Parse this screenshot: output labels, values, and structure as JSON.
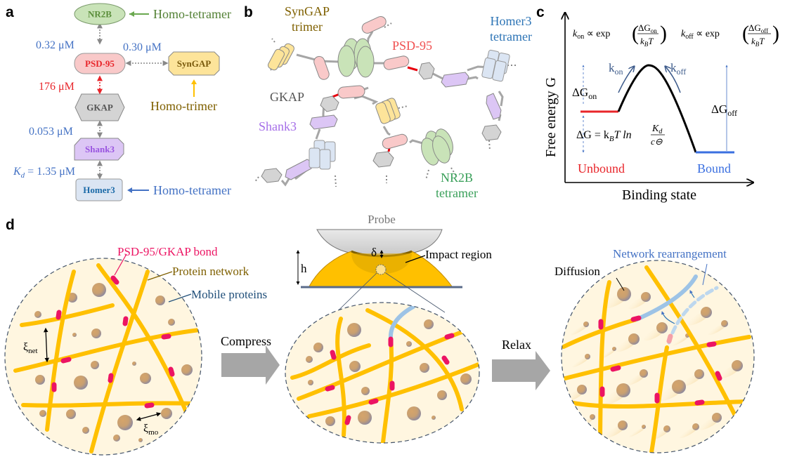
{
  "panels": {
    "a": "a",
    "b": "b",
    "c": "c",
    "d": "d"
  },
  "panel_a": {
    "nodes": {
      "nr2b": {
        "label": "NR2B",
        "color": "#c9e3b8",
        "text_color": "#5a8e3a"
      },
      "psd95": {
        "label": "PSD-95",
        "color": "#f9c9c9",
        "text_color": "#e8252a"
      },
      "syngap": {
        "label": "SynGAP",
        "color": "#fde49a",
        "text_color": "#7a5a0c"
      },
      "gkap": {
        "label": "GKAP",
        "color": "#d4d4d4",
        "text_color": "#555555"
      },
      "shank3": {
        "label": "Shank3",
        "color": "#dcc6f5",
        "text_color": "#9a55e0"
      },
      "homer3": {
        "label": "Homer3",
        "color": "#dbe5f3",
        "text_color": "#1b6aa8"
      }
    },
    "affinities": {
      "nr2b_psd95": "0.32 μM",
      "psd95_syngap": "0.30 μM",
      "psd95_gkap": "176 μM",
      "gkap_shank3": "0.053 μM",
      "shank3_homer3_prefix": "K",
      "shank3_homer3_sub": "d",
      "shank3_homer3_value": " = 1.35 μM"
    },
    "annotations": {
      "nr2b": "Homo-tetramer",
      "syngap": "Homo-trimer",
      "homer3": "Homo-tetramer"
    }
  },
  "panel_b": {
    "labels": {
      "syngap_1": "SynGAP",
      "syngap_2": "trimer",
      "psd95": "PSD-95",
      "homer3_1": "Homer3",
      "homer3_2": "tetramer",
      "gkap": "GKAP",
      "shank3": "Shank3",
      "nr2b_1": "NR2B",
      "nr2b_2": "tetramer"
    }
  },
  "panel_c": {
    "y_axis_label": "Free energy G",
    "x_axis_label": "Binding state",
    "kon_formula": {
      "k": "k",
      "sub": "on",
      "rest": " ∝ exp",
      "num": "ΔG",
      "num_sub": "on",
      "den": "k",
      "den_sub": "B",
      "den_rest": "T"
    },
    "koff_formula": {
      "k": "k",
      "sub": "off",
      "rest": " ∝ exp",
      "num": "ΔG",
      "num_sub": "off",
      "den": "k",
      "den_sub": "B",
      "den_rest": "T"
    },
    "kon_arrow": {
      "k": "k",
      "sub": "on"
    },
    "koff_arrow": {
      "k": "k",
      "sub": "off"
    },
    "dg_on": {
      "main": "ΔG",
      "sub": "on"
    },
    "dg_off": {
      "main": "ΔG",
      "sub": "off"
    },
    "dg_eq": {
      "left": "ΔG = k",
      "sub": "B",
      "mid": "T ln",
      "num": "K",
      "num_sub": "d",
      "den": "c⊖"
    },
    "unbound": "Unbound",
    "bound": "Bound",
    "colors": {
      "unbound": "#e8252a",
      "bound": "#3a6fe0",
      "arrow": "#3c5a8a"
    }
  },
  "panel_d": {
    "bond_label": "PSD-95/GKAP bond",
    "network_label": "Protein network",
    "mobile_label": "Mobile proteins",
    "xi_net": {
      "main": "ξ",
      "sub": "net"
    },
    "xi_mo": {
      "main": "ξ",
      "sub": "mo"
    },
    "compress": "Compress",
    "relax": "Relax",
    "probe": "Probe",
    "delta": "δ",
    "h": "h",
    "impact": "Impact region",
    "diffusion": "Diffusion",
    "rearrangement": "Network rearrangement",
    "colors": {
      "network": "#ffc000",
      "bond": "#ec1463",
      "fill": "#fff6e0",
      "rearranged": "#9dc3e6",
      "mobile_label": "#1f4e79",
      "network_label": "#7f6000",
      "bond_label": "#ec1463",
      "rearrange_label": "#4472c4"
    }
  }
}
